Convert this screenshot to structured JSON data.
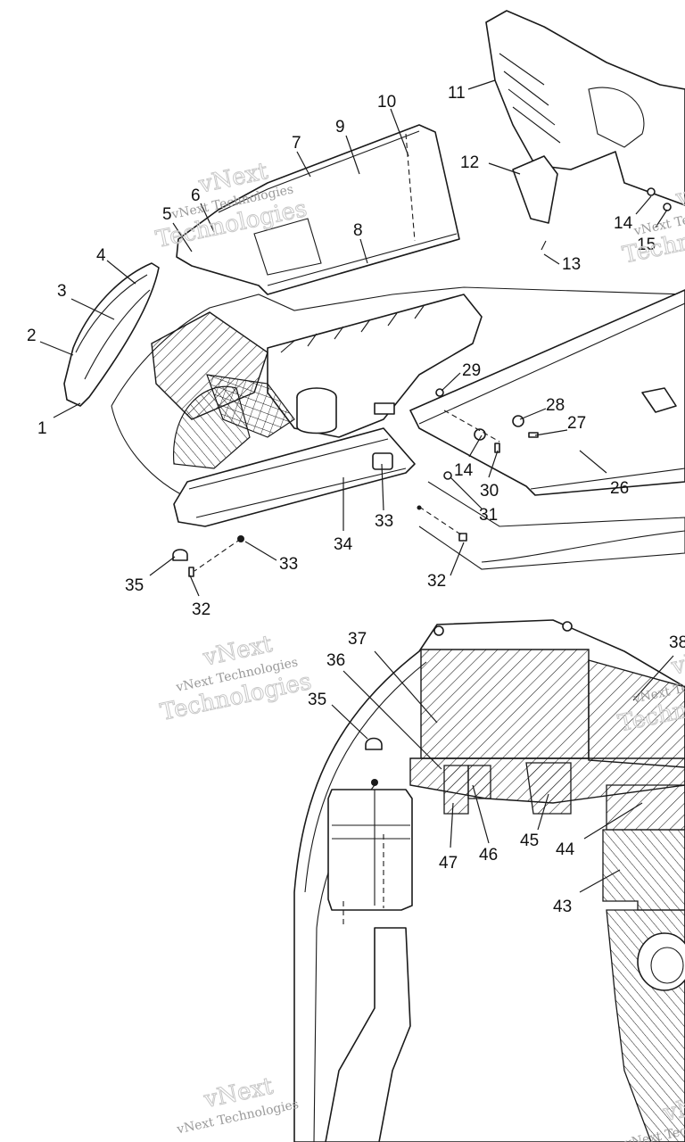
{
  "watermark": {
    "line1": "vNext",
    "line2": "vNext Technologies",
    "line3": "Technologies"
  },
  "callouts": [
    {
      "id": "c1",
      "label": "1"
    },
    {
      "id": "c2",
      "label": "2"
    },
    {
      "id": "c3",
      "label": "3"
    },
    {
      "id": "c4",
      "label": "4"
    },
    {
      "id": "c5",
      "label": "5"
    },
    {
      "id": "c6",
      "label": "6"
    },
    {
      "id": "c7",
      "label": "7"
    },
    {
      "id": "c8",
      "label": "8"
    },
    {
      "id": "c9",
      "label": "9"
    },
    {
      "id": "c10",
      "label": "10"
    },
    {
      "id": "c11",
      "label": "11"
    },
    {
      "id": "c12",
      "label": "12"
    },
    {
      "id": "c13",
      "label": "13"
    },
    {
      "id": "c14a",
      "label": "14"
    },
    {
      "id": "c15",
      "label": "15"
    },
    {
      "id": "c26",
      "label": "26"
    },
    {
      "id": "c27",
      "label": "27"
    },
    {
      "id": "c28",
      "label": "28"
    },
    {
      "id": "c29",
      "label": "29"
    },
    {
      "id": "c14b",
      "label": "14"
    },
    {
      "id": "c30",
      "label": "30"
    },
    {
      "id": "c31",
      "label": "31"
    },
    {
      "id": "c32a",
      "label": "32"
    },
    {
      "id": "c33a",
      "label": "33"
    },
    {
      "id": "c34",
      "label": "34"
    },
    {
      "id": "c33b",
      "label": "33"
    },
    {
      "id": "c35a",
      "label": "35"
    },
    {
      "id": "c32b",
      "label": "32"
    },
    {
      "id": "c37",
      "label": "37"
    },
    {
      "id": "c38",
      "label": "38"
    },
    {
      "id": "c36",
      "label": "36"
    },
    {
      "id": "c35b",
      "label": "35"
    },
    {
      "id": "c47",
      "label": "47"
    },
    {
      "id": "c46",
      "label": "46"
    },
    {
      "id": "c45",
      "label": "45"
    },
    {
      "id": "c44",
      "label": "44"
    },
    {
      "id": "c43",
      "label": "43"
    }
  ]
}
